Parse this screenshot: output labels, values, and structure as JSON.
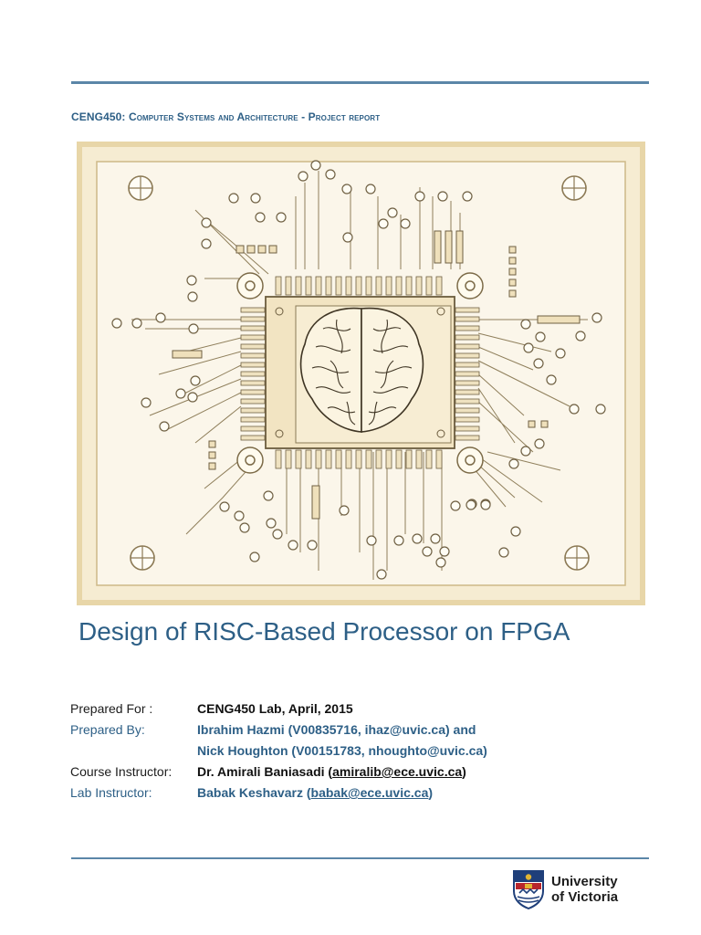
{
  "header": {
    "course_code": "CENG450:",
    "course_subtitle": "Computer Systems and Architecture - Project report"
  },
  "cover_image": {
    "description_icon": "circuit-board-brain-chip-icon",
    "colors": {
      "board": "#f3e7c9",
      "frame": "#e9d8ae",
      "inner": "#fbf5e6",
      "line": "#7a6a4a",
      "chip": "#f0e2bf"
    }
  },
  "title": "Design of RISC-Based Processor on FPGA",
  "info": {
    "prepared_for": {
      "label": "Prepared For :",
      "value": "CENG450 Lab, April, 2015"
    },
    "prepared_by": {
      "label": "Prepared By:",
      "value_line1": "Ibrahim Hazmi (V00835716, ihaz@uvic.ca) and",
      "value_line2": "Nick Houghton (V00151783, nhoughto@uvic.ca)"
    },
    "course_instructor": {
      "label": "Course Instructor:",
      "name": "Dr. Amirali Baniasadi (",
      "email": "amiralib@ece.uvic.ca",
      "close": ")"
    },
    "lab_instructor": {
      "label": "Lab Instructor:",
      "name": "Babak Keshavarz (",
      "email": "babak@ece.uvic.ca",
      "close": ")"
    }
  },
  "logo": {
    "line1": "University",
    "line2": "of Victoria",
    "shield_colors": {
      "blue": "#1f3f7a",
      "red": "#b8262d",
      "gold": "#e2b534"
    }
  },
  "colors": {
    "accent": "#2d5f86",
    "rule": "#5b86a8"
  }
}
